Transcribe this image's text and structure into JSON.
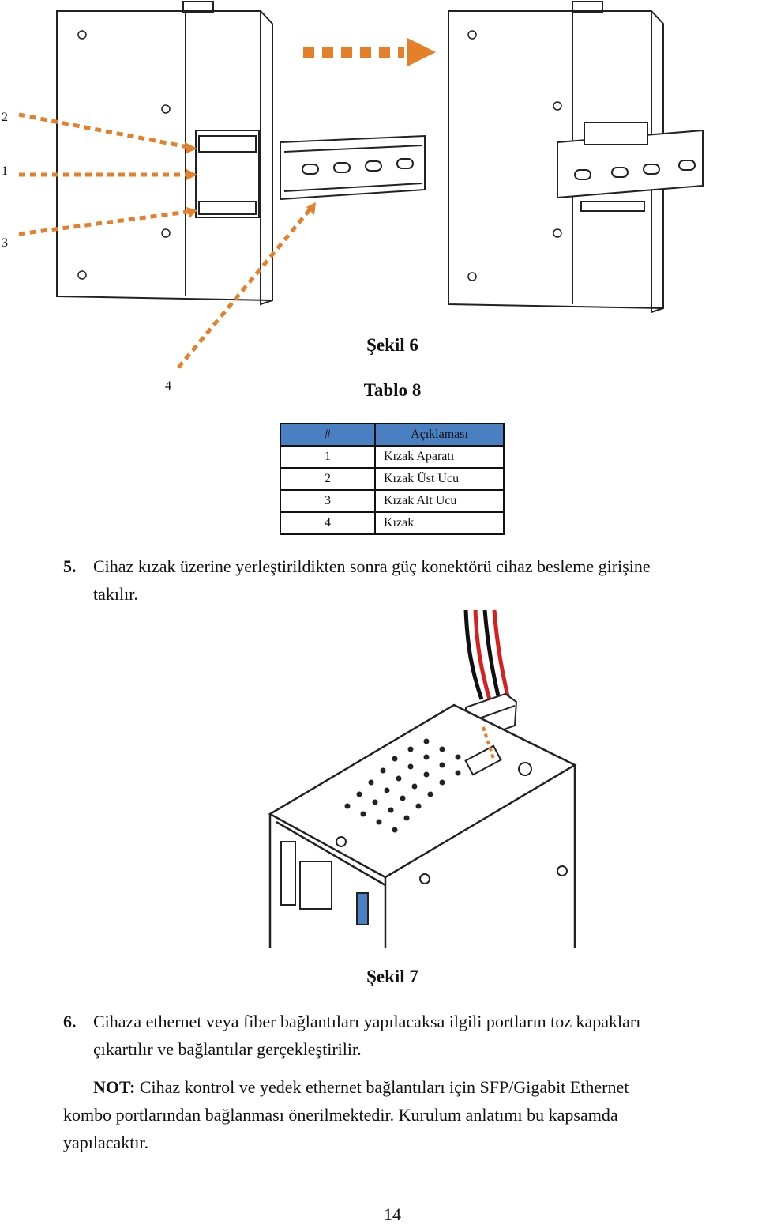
{
  "figure6": {
    "caption": "Şekil 6",
    "callouts": [
      "2",
      "1",
      "3",
      "4"
    ]
  },
  "table": {
    "caption": "Tablo 8",
    "header": [
      "#",
      "Açıklaması"
    ],
    "rows": [
      [
        "1",
        "Kızak Aparatı"
      ],
      [
        "2",
        "Kızak Üst Ucu"
      ],
      [
        "3",
        "Kızak Alt Ucu"
      ],
      [
        "4",
        "Kızak"
      ]
    ]
  },
  "step5": {
    "number": "5.",
    "text_line1": "Cihaz kızak üzerine yerleştirildikten sonra güç konektörü cihaz besleme girişine",
    "text_line2": "takılır."
  },
  "figure7": {
    "caption": "Şekil 7"
  },
  "step6": {
    "number": "6.",
    "text_line1": "Cihaza ethernet veya fiber bağlantıları yapılacaksa ilgili portların toz kapakları",
    "text_line2": "çıkartılır ve bağlantılar gerçekleştirilir."
  },
  "note": {
    "label": "NOT:",
    "line1": "Cihaz kontrol ve yedek ethernet bağlantıları için SFP/Gigabit Ethernet",
    "line2": "kombo portlarından bağlanması önerilmektedir. Kurulum anlatımı bu kapsamda",
    "line3": "yapılacaktır."
  },
  "page_number": "14",
  "colors": {
    "arrow": "#e57f2a",
    "table_header": "#4a7fc1",
    "wire_red": "#d62020",
    "wire_black": "#111111"
  }
}
